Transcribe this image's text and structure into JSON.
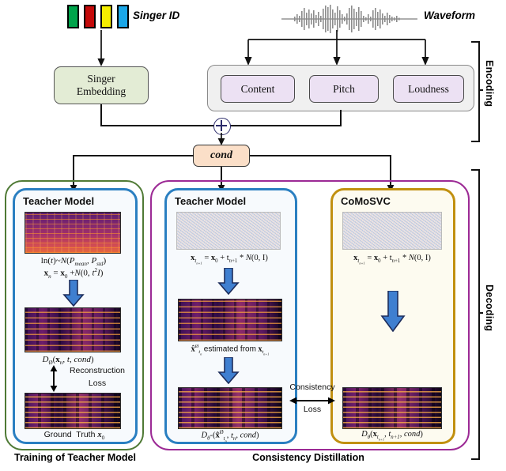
{
  "inputs": {
    "singer_id_label": "Singer ID",
    "waveform_label": "Waveform",
    "swatch_colors": [
      "#00a44b",
      "#c40a0a",
      "#f5ee00",
      "#1ba7e8"
    ],
    "waveform_color": "#8c8c8c"
  },
  "encoding": {
    "bracket_label": "Encoding",
    "singer_embedding": "Singer\nEmbedding",
    "singer_embedding_line1": "Singer",
    "singer_embedding_line2": "Embedding",
    "chips": [
      {
        "label": "Content"
      },
      {
        "label": "Pitch"
      },
      {
        "label": "Loudness"
      }
    ],
    "merge_node": "plus-circle",
    "cond_label": "cond"
  },
  "decoding": {
    "bracket_label": "Decoding"
  },
  "groups": {
    "training": {
      "caption": "Training of Teacher Model",
      "border_color": "#4f7a35"
    },
    "distillation": {
      "caption": "Consistency Distillation",
      "border_color": "#9c2a95"
    }
  },
  "panels": {
    "teacher_left": {
      "title": "Teacher Model",
      "border_color": "#2a7fc1",
      "formula_1": "ln(t)~N(P_mean, P_std)",
      "formula_2": "x_n = x_0 + N(0, t²I)",
      "formula_3": "D_Ø(x_n, t, cond)",
      "loss_label_line1": "Reconstruction",
      "loss_label_line2": "Loss",
      "ground_truth_label": "Ground  Truth x_0"
    },
    "teacher_mid": {
      "title": "Teacher Model",
      "border_color": "#2a7fc1",
      "formula_1": "x_{t_{n+1}} = x_0 + t_{n+1} * N(0, I)",
      "formula_2": "x̂^Ø_{t_n}  estimated from  x_{t_{n+1}}",
      "formula_3": "D_θ-(x̂^Ø_{t_n}, t_n, cond)"
    },
    "comosvc": {
      "title": "CoMoSVC",
      "border_color": "#c19010",
      "formula_1": "x_{t_{n+1}} = x_0 + t_{n+1} * N(0, I)",
      "formula_2": "D_θ(x_{t_{n+1}}, t_{n+1}, cond)"
    }
  },
  "consistency_loss": {
    "line1": "Consistency",
    "line2": "Loss"
  },
  "colors": {
    "arrow_blue_fill": "#3f7fd0",
    "arrow_blue_stroke": "#1d2d5c",
    "cond_fill": "#fbdfc8",
    "singer_embed_fill": "#e3ecd5",
    "chip_fill": "#ece1f3",
    "encoding_panel_fill": "#f0f0f0"
  }
}
